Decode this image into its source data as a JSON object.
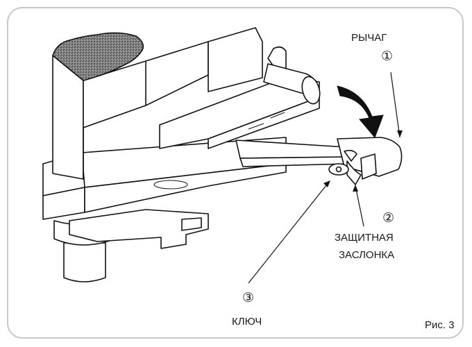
{
  "labels": {
    "lever": "РЫЧАГ",
    "lever_num": "①",
    "shutter_num": "②",
    "shutter_line1": "ЗАЩИТНАЯ",
    "shutter_line2": "ЗАСЛОНКА",
    "key_num": "③",
    "key": "КЛЮЧ",
    "figure": "Рис. 3"
  },
  "colors": {
    "frame": "#c8c8c8",
    "line": "#111111",
    "hatch": "#555555"
  }
}
